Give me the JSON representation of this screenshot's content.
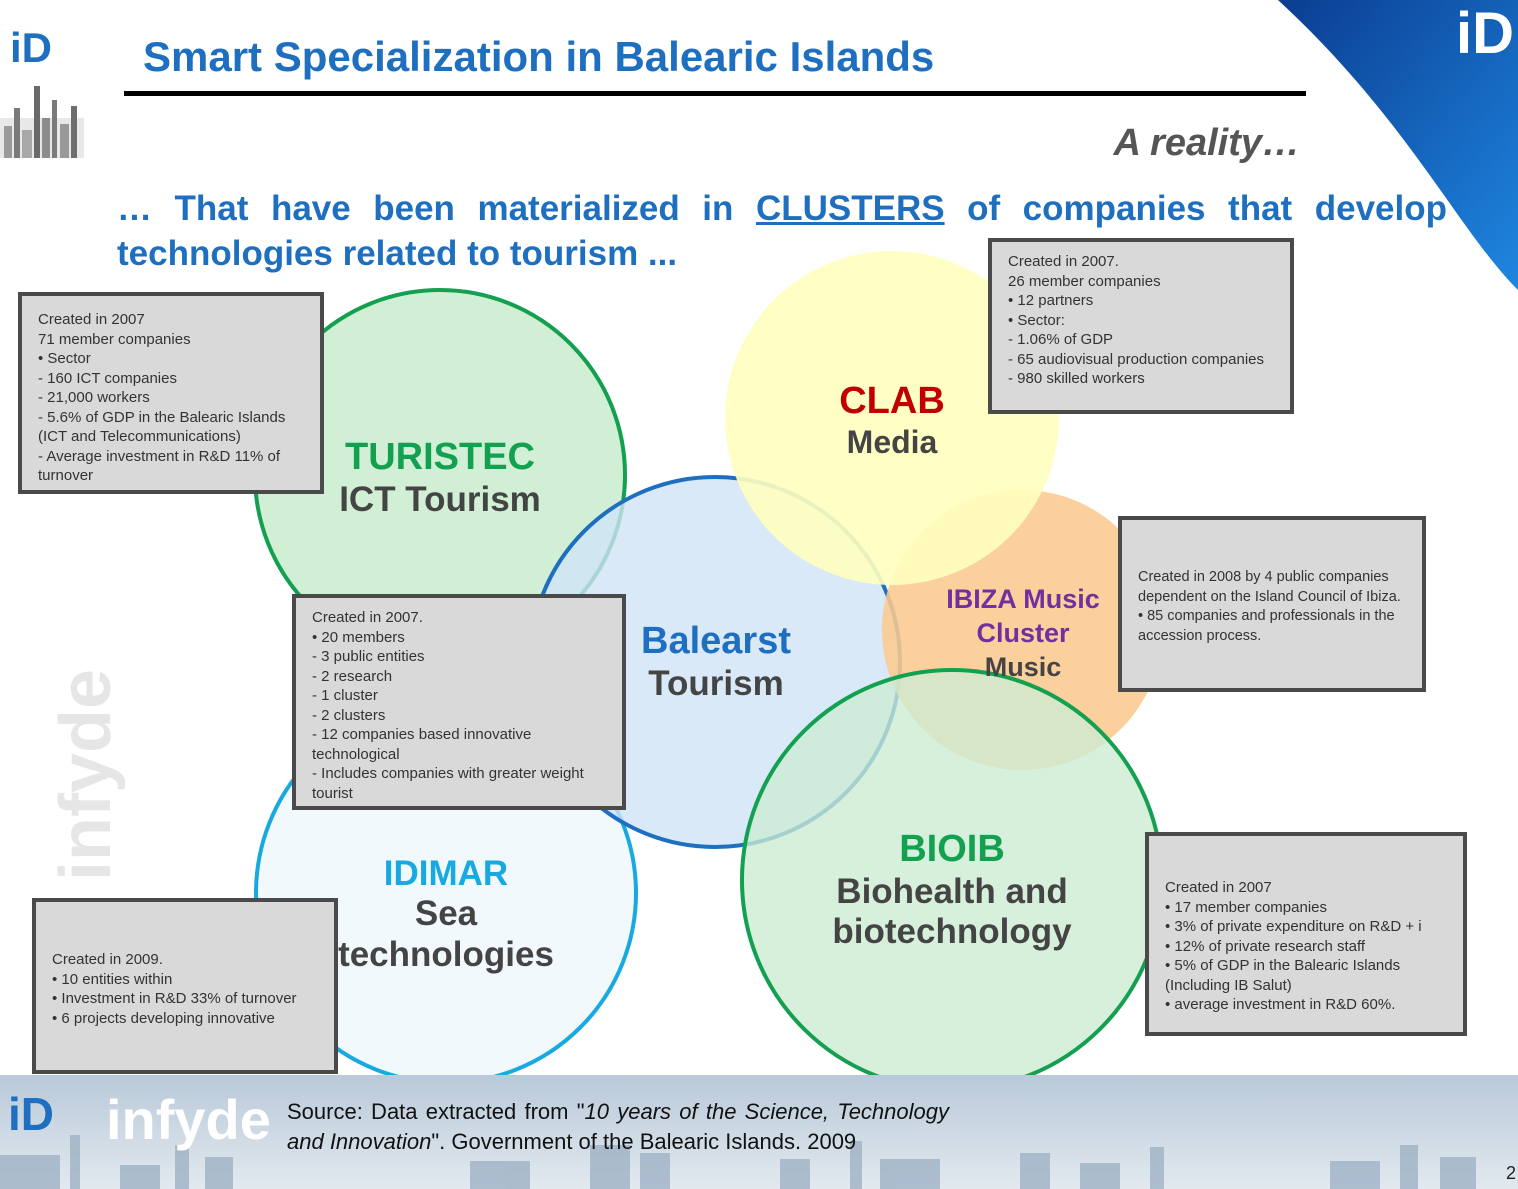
{
  "colors": {
    "title_blue": "#1f6fc0",
    "turistec": "#13a050",
    "clab": "#c00000",
    "balearst": "#1f6fc0",
    "ibiza": "#7030a0",
    "bioib": "#13a050",
    "idimar": "#17a9e0"
  },
  "header": {
    "logo": "iD",
    "title": "Smart Specialization in Balearic Islands",
    "subtitle": "A reality…",
    "intro_before": "… That have been materialized in ",
    "intro_keyword": "CLUSTERS",
    "intro_after": " of companies  that develop technologies related to tourism ...",
    "side_brand": "iD infyde"
  },
  "clusters": {
    "turistec": {
      "name": "TURISTEC",
      "sub": "ICT Tourism"
    },
    "clab": {
      "name": "CLAB",
      "sub": "Media"
    },
    "balearst": {
      "name": "Balearst",
      "sub": "Tourism"
    },
    "ibiza": {
      "name1": "IBIZA Music",
      "name2": "Cluster",
      "sub": "Music"
    },
    "bioib": {
      "name": "BIOIB",
      "sub1": "Biohealth and",
      "sub2": "biotechnology"
    },
    "idimar": {
      "name": "IDIMAR",
      "sub1": "Sea",
      "sub2": "technologies"
    }
  },
  "info_boxes": {
    "turistec": [
      "Created in 2007",
      "71 member companies",
      "• Sector",
      "- 160 ICT companies",
      "- 21,000 workers",
      "- 5.6% of GDP in the Balearic Islands (ICT and Telecommunications)",
      "- Average investment in R&D 11% of turnover"
    ],
    "clab": [
      "Created in 2007.",
      "26 member companies",
      "• 12 partners",
      "• Sector:",
      "- 1.06% of GDP",
      "- 65 audiovisual production companies",
      "- 980 skilled workers"
    ],
    "balearst": [
      "Created in 2007.",
      "• 20 members",
      "- 3 public entities",
      "- 2 research",
      "- 1 cluster",
      "- 2 clusters",
      "- 12 companies based innovative technological",
      "- Includes companies with greater weight tourist"
    ],
    "ibiza": [
      "Created in 2008 by 4 public companies dependent on the Island Council of Ibiza.",
      "• 85 companies and professionals in the accession process."
    ],
    "bioib": [
      "Created in 2007",
      "• 17 member companies",
      "• 3% of private expenditure on R&D + i",
      "• 12% of private research staff",
      "• 5% of GDP in the Balearic Islands (Including IB Salut)",
      "• average investment in R&D 60%."
    ],
    "idimar": [
      "Created in 2009.",
      "• 10 entities within",
      "• Investment in R&D 33% of turnover",
      "• 6 projects developing innovative"
    ]
  },
  "footer": {
    "logo": "iD",
    "brand": "infyde",
    "source_prefix": "Source: Data extracted from \"",
    "source_title": "10 years of the Science, Technology and Innovation",
    "source_suffix": "\". Government of the Balearic Islands. 2009",
    "page_number": "2"
  }
}
